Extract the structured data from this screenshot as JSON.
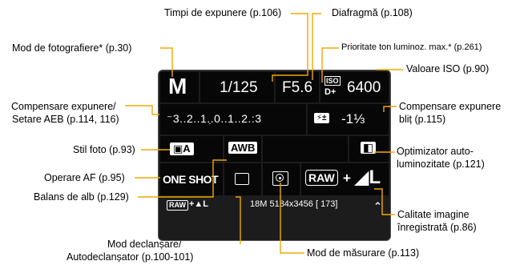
{
  "labels": {
    "shutter": "Timpi de expunere (p.106)",
    "aperture": "Diafragmă (p.108)",
    "shooting_mode": "Mod de fotografiere* (p.30)",
    "highlight_priority": "Prioritate ton luminoz. max.* (p.261)",
    "iso": "Valoare ISO (p.90)",
    "exposure_comp_1": "Compensare expunere/",
    "exposure_comp_2": "Setare AEB (p.114, 116)",
    "flash_comp_1": "Compensare expunere",
    "flash_comp_2": "bliț (p.115)",
    "picture_style": "Stil foto (p.93)",
    "alo_1": "Optimizator auto-",
    "alo_2": "luminozitate (p.121)",
    "af_operation": "Operare AF (p.95)",
    "white_balance": "Balans de alb (p.129)",
    "quality_1": "Calitate imagine",
    "quality_2": "înregistrată (p.86)",
    "drive_1": "Mod declanșare/",
    "drive_2": "Autodeclanșator (p.100-101)",
    "metering": "Mod de măsurare (p.113)"
  },
  "screen": {
    "mode": "M",
    "shutter": "1/125",
    "aperture": "F5.6",
    "iso_top": "ISO",
    "iso_bottom": "D+",
    "iso_value": "6400",
    "exposure_scale": "⁻3..2..1..̣0..1..2.:3",
    "flash_comp": "-1⅓",
    "picture_style": "A",
    "wb": "AWB",
    "af": "ONE SHOT",
    "raw_badge": "RAW",
    "quality_plus": "+",
    "bottom_raw": "RAW",
    "bottom_quality": "+▲L",
    "bottom_info": "18M 5184x3456 [ 173]",
    "bottom_arrow": "⌃"
  },
  "colors": {
    "leader": "#f2a900",
    "panel": "#1c1c1c",
    "cell": "#070707"
  }
}
